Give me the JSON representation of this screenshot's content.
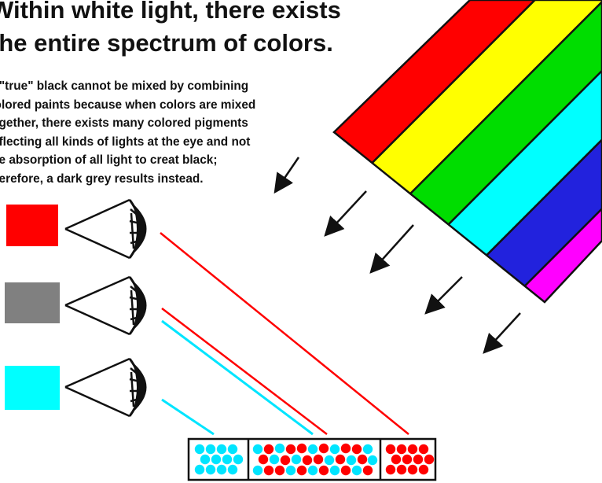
{
  "title": {
    "line1": "Within white light, there exists",
    "line2": "the entire spectrum of colors."
  },
  "explanation": {
    "lines": [
      "A \"true\" black cannot be mixed by combining",
      "colored paints because when colors are mixed",
      "together, there exists many colored pigments",
      "reflecting all kinds of lights at the eye and not",
      "the absorption of all light to creat black;",
      "therefore, a dark grey results instead."
    ]
  },
  "spectrum": {
    "bands": [
      "#ff0000",
      "#ffff00",
      "#00dd00",
      "#00ffff",
      "#2222dd",
      "#ff00ff"
    ]
  },
  "perceived_colors": [
    "#ff0000",
    "#808080",
    "#00ffff"
  ],
  "pigments": {
    "red": "#ff0000",
    "cyan": "#00e5ff"
  }
}
